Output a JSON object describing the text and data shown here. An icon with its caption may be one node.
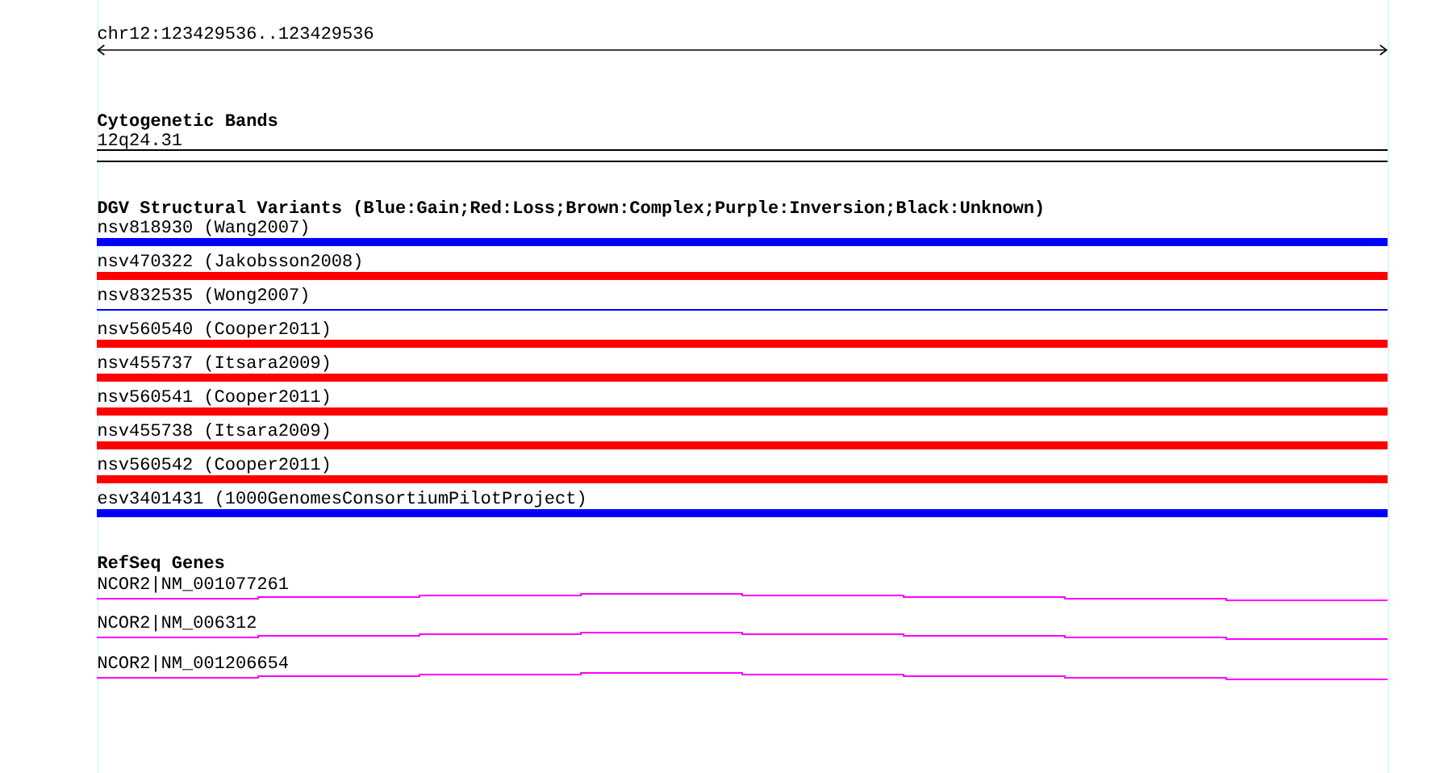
{
  "diagram": {
    "nodes": [
      {
        "text": [
          "nsv818930 (Wang2007)"
        ]
      },
      {
        "text": [
          "nsv470322 (Jakobsson2008)"
        ]
      },
      {
        "text": [
          "nsv832535 (Wong2007)"
        ]
      },
      {
        "text": [
          "nsv560540 (Cooper2011)"
        ]
      },
      {
        "text": [
          "nsv455737 (Itsara2009)"
        ]
      },
      {
        "text": [
          "nsv560541 (Cooper2011)"
        ]
      },
      {
        "text": [
          "nsv455738 (Itsara2009)"
        ]
      },
      {
        "text": [
          "nsv560542 (Cooper2011)"
        ]
      },
      {
        "text": [
          "esv3401431 (1000GenomesConsortiumPilotProject)"
        ]
      },
      {
        "text": [
          "NCOR2|NM_001077261"
        ]
      },
      {
        "text": [
          "NCOR2|NM_006312"
        ]
      },
      {
        "text": [
          "NCOR2|NM_001206654"
        ]
      }
    ],
    "edges": [],
    "labels": [
      "chr12:123429536..123429536",
      "Cytogenetic Bands",
      "12q24.31",
      "DGV Structural Variants (Blue:Gain;Red:Loss;Brown:Complex;Purple:Inversion;Black:Unknown)",
      "RefSeq Genes"
    ]
  }
}
